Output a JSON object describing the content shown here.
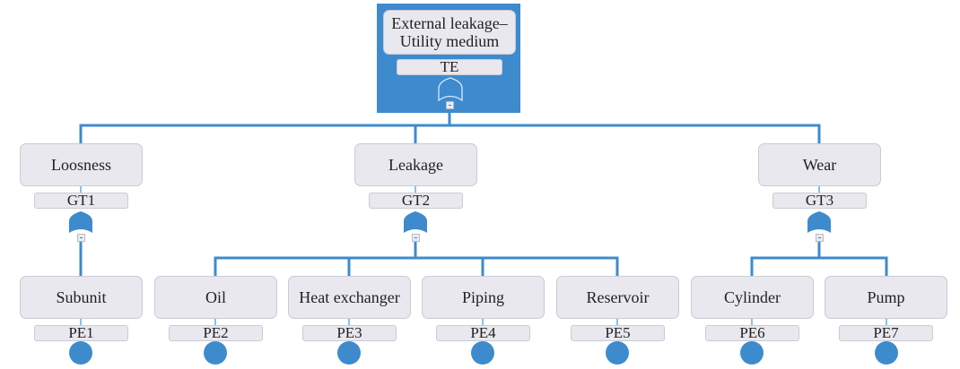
{
  "diagram": {
    "type": "fault-tree",
    "accent_color": "#3d8bcd",
    "top_event": {
      "title": "External leakage–Utility medium",
      "title_line1": "External leakage–",
      "title_line2": "Utility medium",
      "id": "TE",
      "gate": "OR"
    },
    "intermediate_events": [
      {
        "title": "Loosness",
        "id": "GT1",
        "gate": "OR"
      },
      {
        "title": "Leakage",
        "id": "GT2",
        "gate": "OR"
      },
      {
        "title": "Wear",
        "id": "GT3",
        "gate": "OR"
      }
    ],
    "basic_events": [
      {
        "title": "Subunit",
        "id": "PE1",
        "parent": "GT1"
      },
      {
        "title": "Oil",
        "id": "PE2",
        "parent": "GT2"
      },
      {
        "title": "Heat exchanger",
        "id": "PE3",
        "parent": "GT2"
      },
      {
        "title": "Piping",
        "id": "PE4",
        "parent": "GT2"
      },
      {
        "title": "Reservoir",
        "id": "PE5",
        "parent": "GT2"
      },
      {
        "title": "Cylinder",
        "id": "PE6",
        "parent": "GT3"
      },
      {
        "title": "Pump",
        "id": "PE7",
        "parent": "GT3"
      }
    ]
  }
}
